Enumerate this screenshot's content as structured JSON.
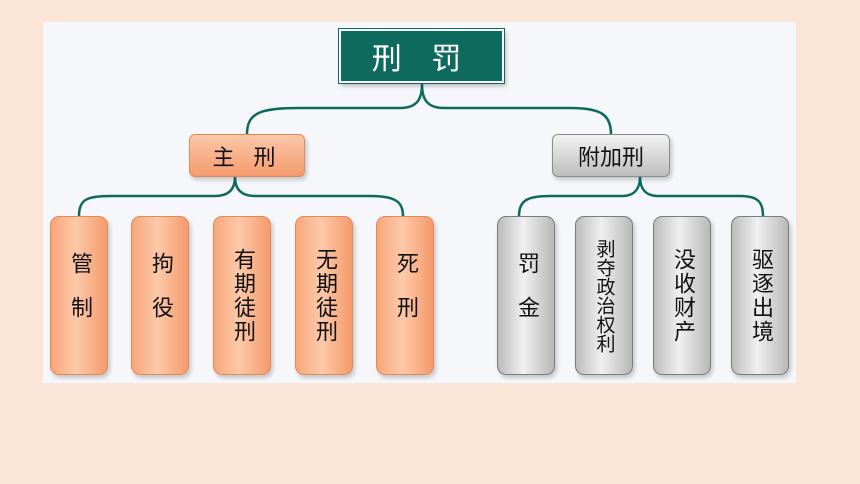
{
  "root": {
    "label": "刑 罚"
  },
  "main": {
    "label": "主 刑",
    "items": [
      "管制",
      "拘役",
      "有期徒刑",
      "无期徒刑",
      "死刑"
    ]
  },
  "aux": {
    "label": "附加刑",
    "items": [
      "罚金",
      "剥夺政治权利",
      "没收财产",
      "驱逐出境"
    ]
  },
  "colors": {
    "root_fill": "#0f6a5e",
    "connector": "#0f6a5e",
    "main_fill": "#f49b6e",
    "aux_fill": "#bdbdbd",
    "background": "#fbe5d6"
  }
}
